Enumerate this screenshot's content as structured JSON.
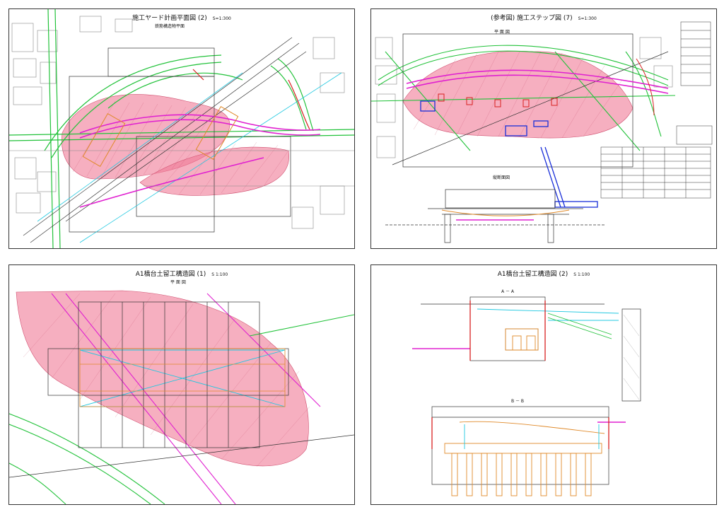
{
  "sheets": [
    {
      "title": "施工ヤード計画平面図 (2)",
      "scale": "S=1:300",
      "subtitle": "鉄筋構造物平面"
    },
    {
      "title": "(参考図) 施工ステップ図 (7)",
      "scale": "S=1:300",
      "plan_label": "平 面 図",
      "section_label": "縦断面図"
    },
    {
      "title": "A1橋台土留工構造図 (1)",
      "scale": "S 1:100",
      "plan_label": "平 面 図"
    },
    {
      "title": "A1橋台土留工構造図 (2)",
      "scale": "S 1:100",
      "section_a": "A － A",
      "section_b": "B － B"
    }
  ],
  "colors": {
    "pink_zone": "#f07a96",
    "green_lines": "#22c23a",
    "magenta_lines": "#e020d0",
    "cyan_lines": "#20c8e0",
    "red_lines": "#d82020",
    "blue_lines": "#1a2fd8",
    "orange_lines": "#e08a2a",
    "black_lines": "#333333"
  }
}
